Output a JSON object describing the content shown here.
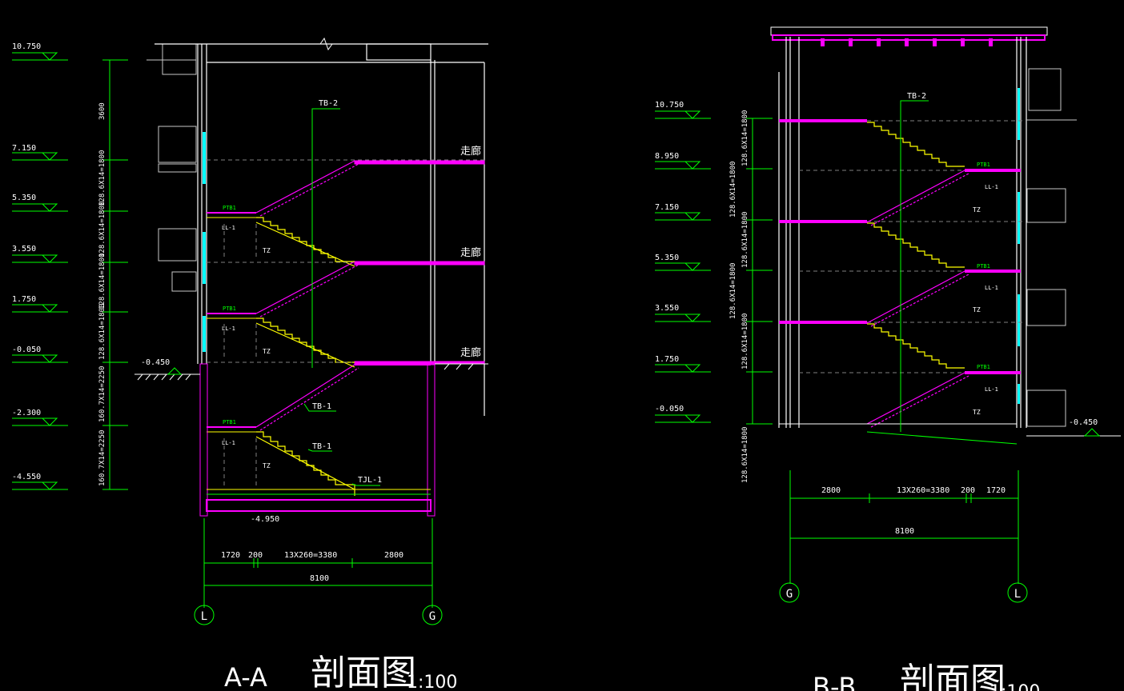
{
  "colors": {
    "background": "#000000",
    "wall": "#ffffff",
    "structure": "#ff00ff",
    "stair": "#ffff00",
    "dimension": "#00ff00",
    "hidden": "#808080",
    "window": "#00ffff",
    "label": "#ffffff"
  },
  "section_aa": {
    "title": "A-A",
    "title_cn": "剖面图",
    "scale": "1:100",
    "elevations": [
      "10.750",
      "7.150",
      "5.350",
      "3.550",
      "1.750",
      "-0.050",
      "-2.300",
      "-4.550"
    ],
    "vertical_dims": [
      "3600",
      "128.6X14=1800",
      "128.6X14=1800",
      "128.6X14=1800",
      "128.6X14=1800",
      "160.7X14=2250",
      "160.7X14=2250"
    ],
    "ground_left": "-0.450",
    "pit_bottom": "-4.950",
    "stair_labels": [
      "TB-2",
      "TB-1",
      "TB-1",
      "TJL-1"
    ],
    "platform_beam_labels": [
      "PTB1",
      "PTB1",
      "PTB1"
    ],
    "beam_labels": [
      "LL-1",
      "LL-1",
      "LL-1"
    ],
    "column_labels": [
      "TZ",
      "TZ",
      "TZ"
    ],
    "corridor_labels": [
      "走廊",
      "走廊",
      "走廊"
    ],
    "horizontal_dims": [
      "1720",
      "200",
      "13X260=3380",
      "2800"
    ],
    "total_dim": "8100",
    "axes": [
      "L",
      "G"
    ]
  },
  "section_bb": {
    "title": "B-B",
    "title_cn": "剖面图",
    "scale": "1:100",
    "elevations": [
      "10.750",
      "8.950",
      "7.150",
      "5.350",
      "3.550",
      "1.750",
      "-0.050"
    ],
    "vertical_dims": [
      "128.6X14=1800",
      "128.6X14=1800",
      "128.6X14=1800",
      "128.6X14=1800",
      "128.6X14=1800",
      "128.6X14=1800"
    ],
    "ground_right": "-0.450",
    "stair_label": "TB-2",
    "platform_beam_labels": [
      "PTB1",
      "PTB1",
      "PTB1"
    ],
    "beam_labels": [
      "LL-1",
      "LL-1",
      "LL-1"
    ],
    "column_labels": [
      "TZ",
      "TZ",
      "TZ"
    ],
    "horizontal_dims": [
      "2800",
      "13X260=3380",
      "200",
      "1720"
    ],
    "total_dim": "8100",
    "axes": [
      "G",
      "L"
    ]
  }
}
